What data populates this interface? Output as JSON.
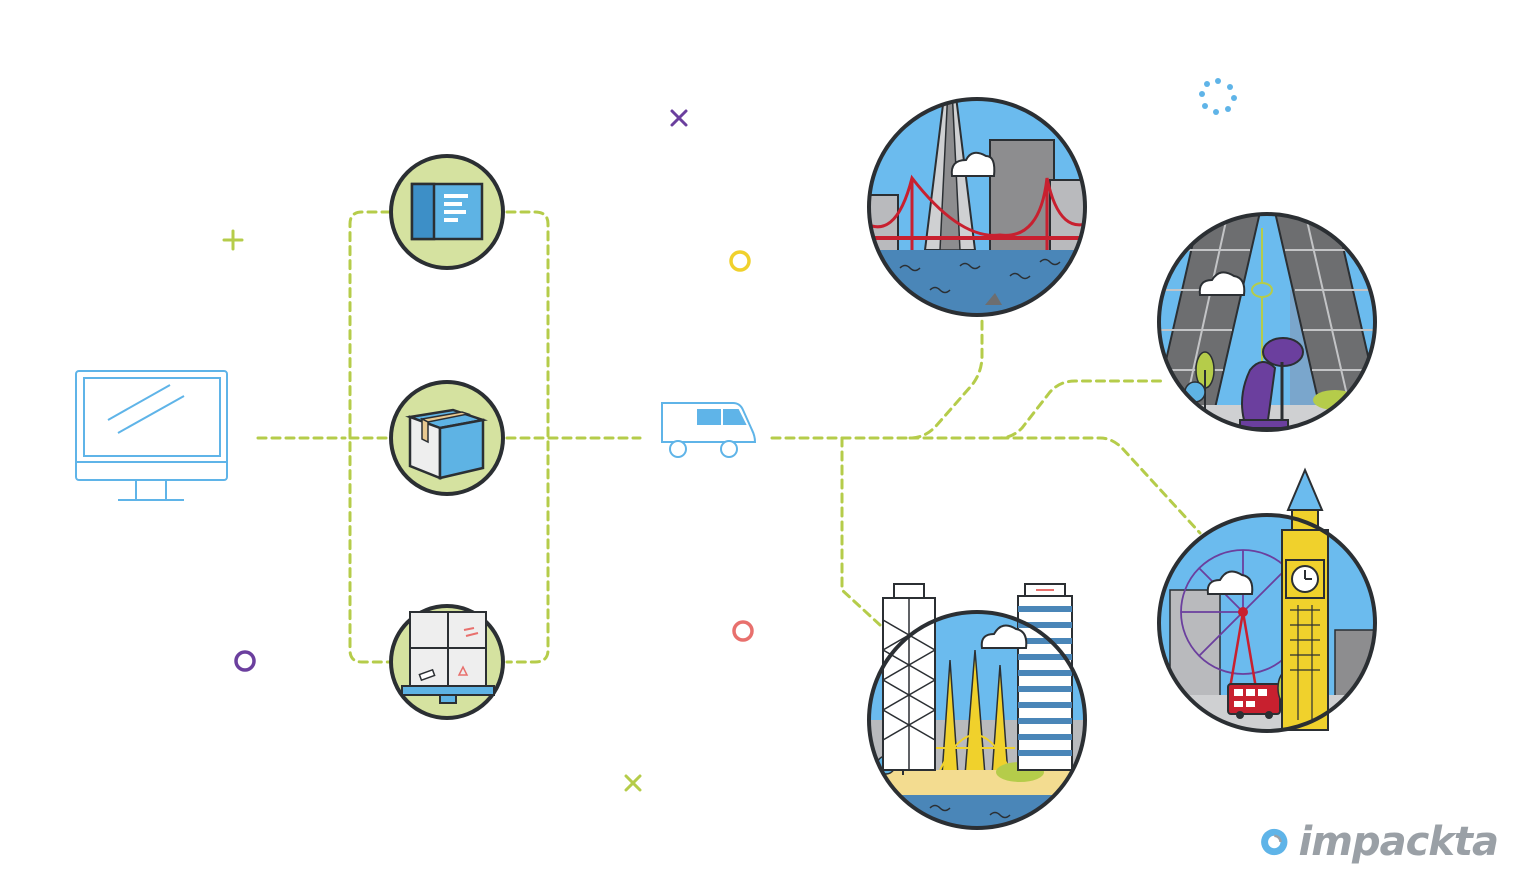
{
  "brand": {
    "name": "impackta",
    "color": "#9aa0a6",
    "accent": "#5fb4e8",
    "icon": "ring-logo-icon"
  },
  "colors": {
    "path": "#b5cc4a",
    "outline": "#2b2f33",
    "sky": "#6bbbee",
    "water": "#4a86b8",
    "package_bg": "#d5e2a0",
    "box": "#5eb3e4",
    "red": "#c8202f",
    "gray": "#8d8d8f",
    "purple": "#6b3f9e",
    "yellow": "#f0d12c",
    "coral": "#e8706d"
  },
  "flow": {
    "source": "computer-monitor",
    "packages": [
      "envelope",
      "box",
      "pallet"
    ],
    "carrier": "delivery-van",
    "destinations": [
      "san-francisco",
      "madrid",
      "barcelona",
      "london"
    ]
  }
}
